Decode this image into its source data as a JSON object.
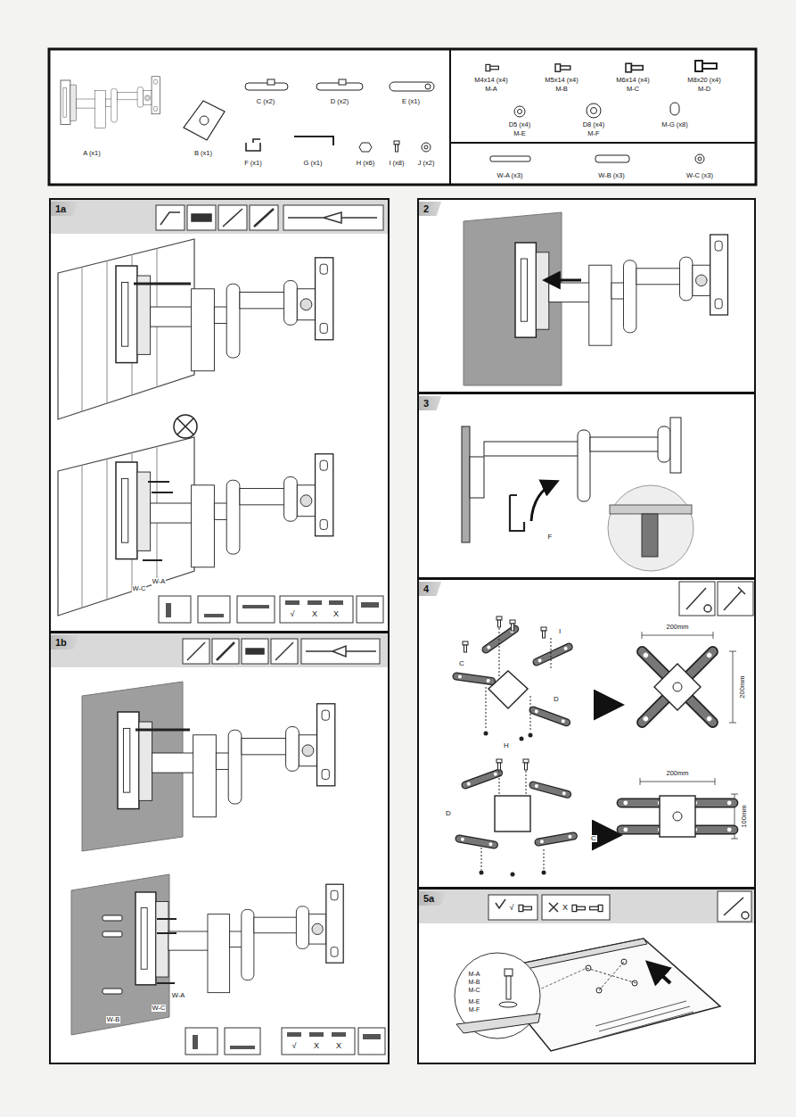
{
  "diagram": {
    "nodes": [
      {
        "text": [
          "1a"
        ]
      },
      {
        "text": [
          "1b"
        ]
      },
      {
        "text": [
          "2"
        ]
      },
      {
        "text": [
          "3"
        ]
      },
      {
        "text": [
          "4"
        ]
      },
      {
        "text": [
          "5a"
        ]
      }
    ],
    "labels": [
      "A (x1)",
      "B (x1)",
      "C (x2)",
      "D (x2)",
      "E (x1)",
      "F (x1)",
      "G (x1)",
      "H (x6)",
      "I (x8)",
      "J (x2)",
      "M4x14 (x4)",
      "M-A",
      "M5x14 (x4)",
      "M-B",
      "M6x14 (x4)",
      "M-C",
      "M8x20 (x4)",
      "M-D",
      "D5 (x4)",
      "M-E",
      "D8 (x4)",
      "M-F",
      "M-G (x8)",
      "W-A (x3)",
      "W-B (x3)",
      "W-C (x3)",
      "W-A",
      "W-C",
      "√",
      "X",
      "X",
      "W-B",
      "W-C",
      "W-A",
      "√",
      "X",
      "X",
      "F",
      "I",
      "C",
      "D",
      "H",
      "200mm",
      "200mm",
      "D",
      "C",
      "200mm",
      "100mm",
      "√",
      "X",
      "M-A",
      "M-B",
      "M-C",
      "M-E",
      "M-F"
    ]
  }
}
